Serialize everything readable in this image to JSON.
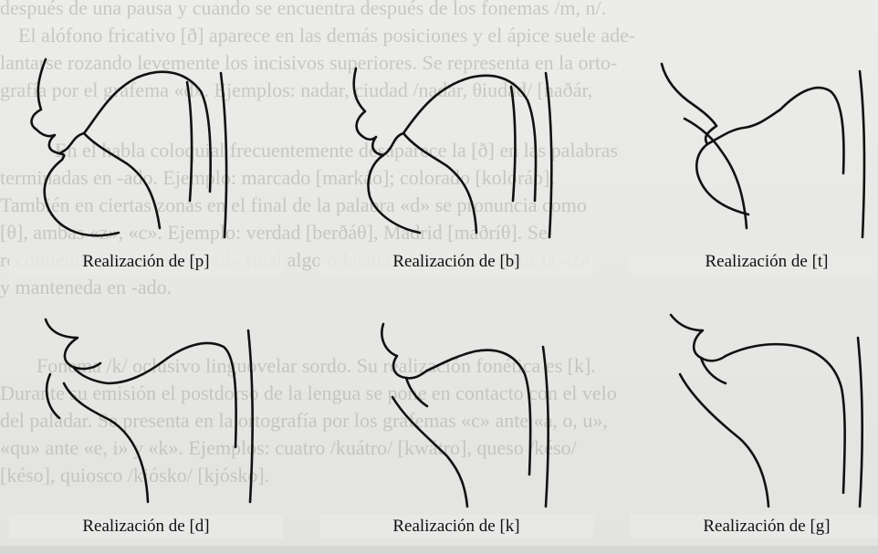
{
  "background_text": [
    "después de una pausa y cuando se encuentra después de los fonemas /m, n/.",
    "El alófono fricativo [ð] aparece en las demás posiciones y el ápice suele ade-",
    "lantarse rozando levemente los incisivos superiores. Se representa en la orto-",
    "grafía por el grafema «d». Ejemplos: nadar, ciudad /nadár, θiudád/ [naðár,",
    "",
    "En el habla coloquial frecuentemente desaparece la [ð] en las palabras",
    "terminadas en -ado. Ejemplo: marcado [markáo]; colorado [koloráo].",
    "También en ciertas zonas en el final de la palabra «d» se pronuncia como",
    "[θ], ambas «z», «c». Ejemplo: verdad [berðáθ], Madrid [maðríθ]. Se",
    "recomienda pronunciar la «d» final algo relajada sin llegar a emitir la «z»",
    "y manteneda en -ado.",
    "",
    "Fonema /k/ oclusivo linguovelar sordo. Su realización fonética es [k].",
    "Durante su emisión el postdorso de la lengua se pone en contacto con el velo",
    "del paladar. Se presenta en la ortografía por los grafemas «c» ante «a, o, u»,",
    "«qu» ante «e, i» y «k». Ejemplos: cuatro /kuátro/ [kwátro], queso /késo/",
    "[késo], quiosco /kiósko/ [kjósko]."
  ],
  "figures": [
    {
      "id": "p",
      "caption": "Realización de [p]"
    },
    {
      "id": "b",
      "caption": "Realización de [b]"
    },
    {
      "id": "t",
      "caption": "Realización de [t]"
    },
    {
      "id": "d",
      "caption": "Realización de [d]"
    },
    {
      "id": "k",
      "caption": "Realización de [k]"
    },
    {
      "id": "g",
      "caption": "Realización de [g]"
    }
  ]
}
